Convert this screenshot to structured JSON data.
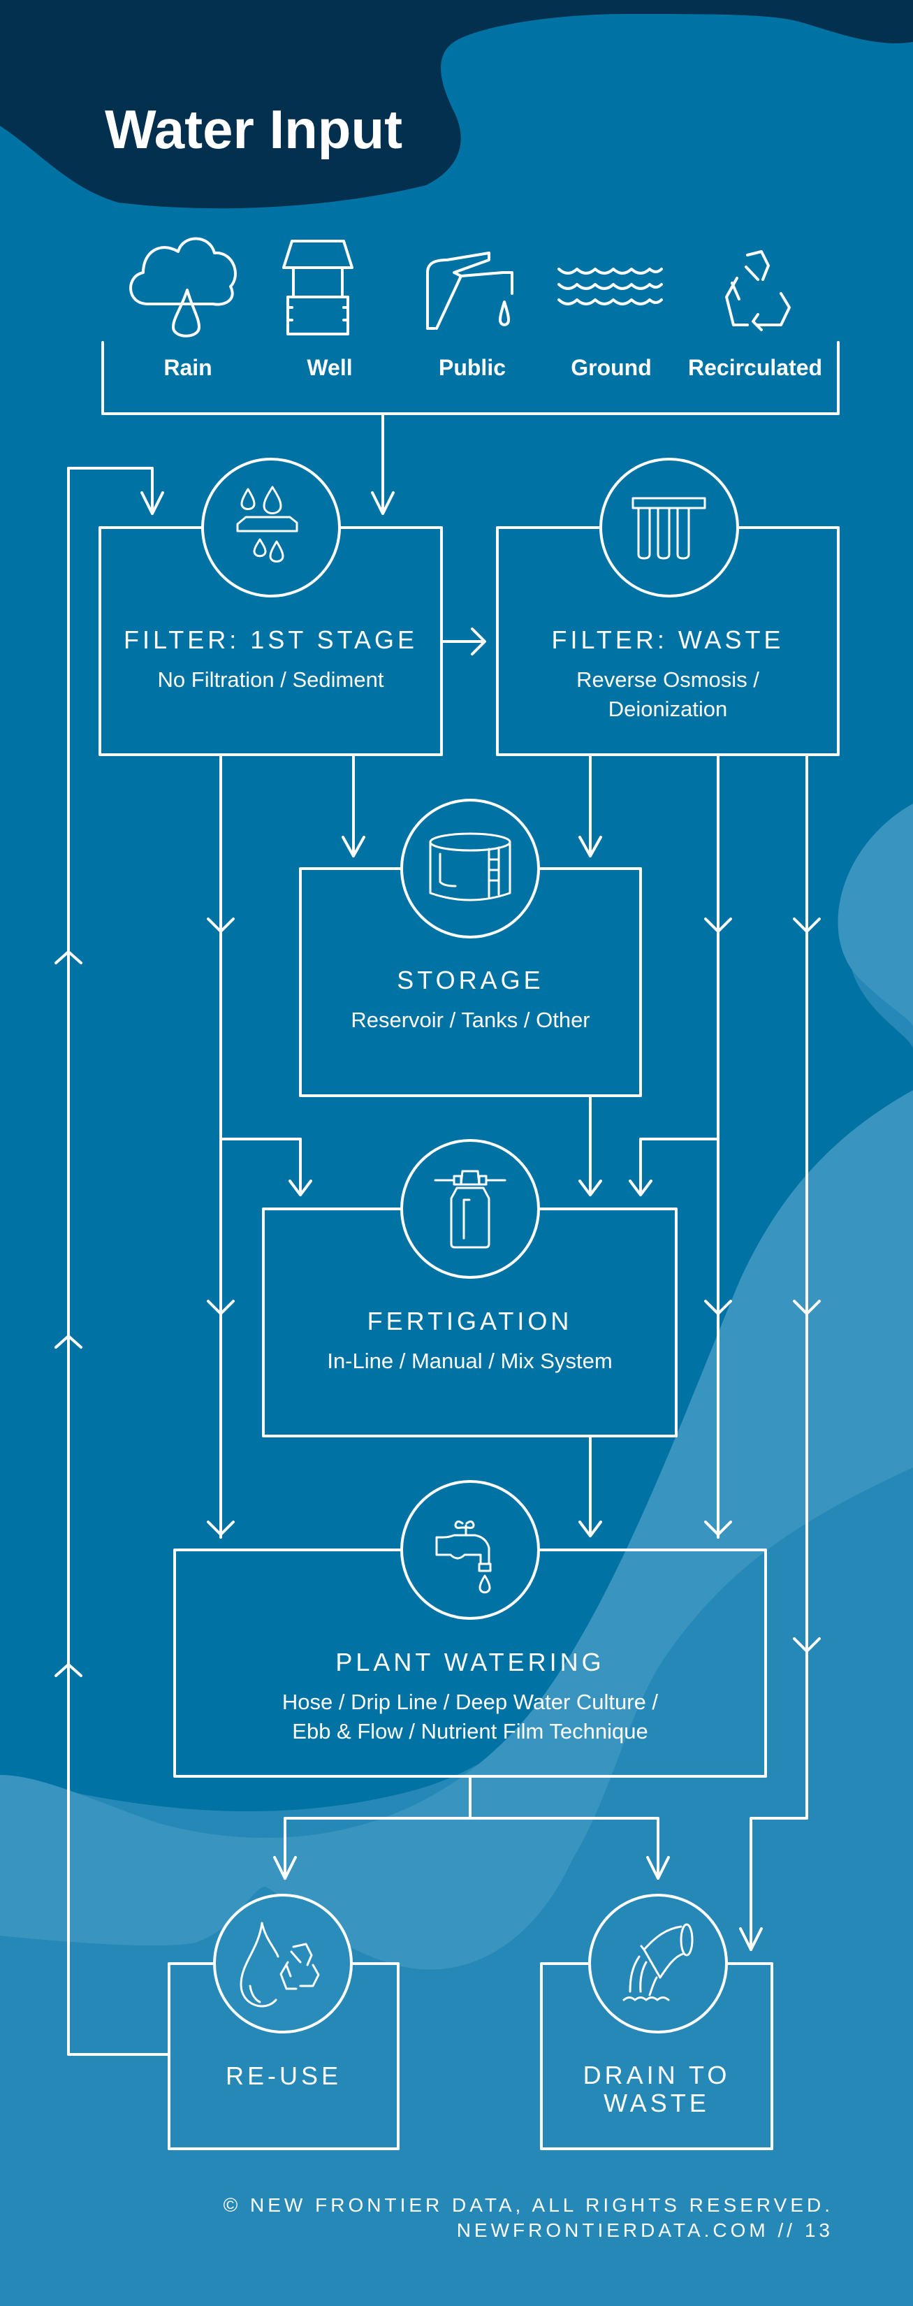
{
  "title": "Water Input",
  "colors": {
    "header_navy": "#03304f",
    "mid_blue": "#0072a3",
    "light_wave": "#3995bf",
    "bottom_blue": "#2588b6",
    "line": "#ffffff"
  },
  "sources": [
    {
      "label": "Rain",
      "icon": "rain-cloud-icon"
    },
    {
      "label": "Well",
      "icon": "well-icon"
    },
    {
      "label": "Public",
      "icon": "faucet-icon"
    },
    {
      "label": "Ground",
      "icon": "water-waves-icon"
    },
    {
      "label": "Recirculated",
      "icon": "recycle-icon"
    }
  ],
  "nodes": {
    "filter1": {
      "title": "FILTER: 1ST STAGE",
      "subtitle": [
        "No Filtration / Sediment"
      ],
      "icon": "filter-drops-icon"
    },
    "filterWaste": {
      "title": "FILTER: WASTE",
      "subtitle": [
        "Reverse Osmosis /",
        "Deionization"
      ],
      "icon": "ro-filter-icon"
    },
    "storage": {
      "title": "STORAGE",
      "subtitle": [
        "Reservoir / Tanks / Other"
      ],
      "icon": "tank-icon"
    },
    "fertigation": {
      "title": "FERTIGATION",
      "subtitle": [
        "In-Line / Manual / Mix System"
      ],
      "icon": "fertigation-bottle-icon"
    },
    "watering": {
      "title": "PLANT WATERING",
      "subtitle": [
        "Hose / Drip Line / Deep Water Culture /",
        "Ebb & Flow /  Nutrient Film Technique"
      ],
      "icon": "tap-icon"
    },
    "reuse": {
      "title": "RE-USE",
      "subtitle": [],
      "icon": "drop-recycle-icon"
    },
    "drain": {
      "title": "DRAIN TO\nWASTE",
      "subtitle": [],
      "icon": "drain-pipe-icon"
    }
  },
  "footer": {
    "line1": "© NEW FRONTIER DATA, ALL RIGHTS RESERVED.",
    "line2": "NEWFRONTIERDATA.COM // 13"
  }
}
